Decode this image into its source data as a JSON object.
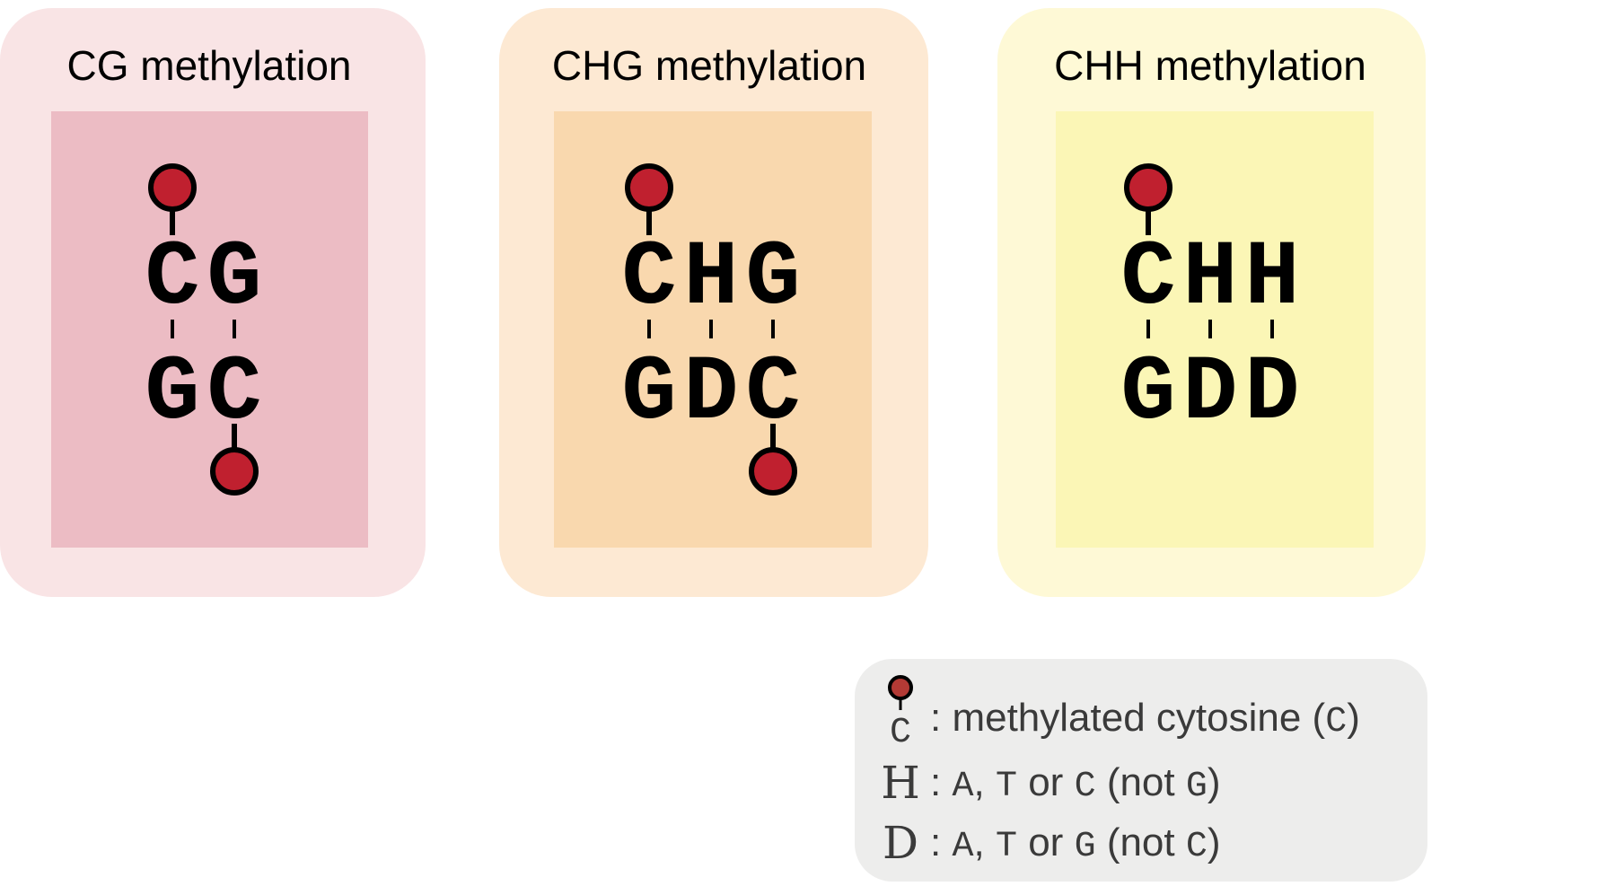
{
  "colors": {
    "cg_outer": "#f9e4e5",
    "cg_inner": "#ecbcc4",
    "chg_outer": "#fde9d3",
    "chg_inner": "#f9d8ae",
    "chh_outer": "#fef9d6",
    "chh_inner": "#fbf6b6",
    "legend_bg": "#ededec",
    "methyl_fill": "#c0202f",
    "legend_methyl_fill": "#b33a35",
    "ink": "#000000",
    "legend_ink": "#3a3a3a"
  },
  "panels": [
    {
      "id": "cg",
      "title": "CG methylation",
      "top_strand": [
        "C",
        "G"
      ],
      "bottom_strand": [
        "G",
        "C"
      ],
      "methylated_top": [
        0
      ],
      "methylated_bottom": [
        1
      ]
    },
    {
      "id": "chg",
      "title": "CHG methylation",
      "top_strand": [
        "C",
        "H",
        "G"
      ],
      "bottom_strand": [
        "G",
        "D",
        "C"
      ],
      "methylated_top": [
        0
      ],
      "methylated_bottom": [
        2
      ]
    },
    {
      "id": "chh",
      "title": "CHH methylation",
      "top_strand": [
        "C",
        "H",
        "H"
      ],
      "bottom_strand": [
        "G",
        "D",
        "D"
      ],
      "methylated_top": [
        0
      ],
      "methylated_bottom": []
    }
  ],
  "legend": {
    "methyl_symbol": "C",
    "methyl_text_prefix": ": methylated cytosine (",
    "methyl_text_code": "C",
    "methyl_text_suffix": ")",
    "h_symbol": "H",
    "h_colon": ":",
    "h_a": "A",
    "h_comma": ",",
    "h_t": "T",
    "h_or": "or",
    "h_c": "C",
    "h_not_open": "(not",
    "h_g": "G",
    "h_close": ")",
    "d_symbol": "D",
    "d_colon": ":",
    "d_a": "A",
    "d_comma": ",",
    "d_t": "T",
    "d_or": "or",
    "d_g": "G",
    "d_not_open": "(not",
    "d_c": "C",
    "d_close": ")"
  }
}
